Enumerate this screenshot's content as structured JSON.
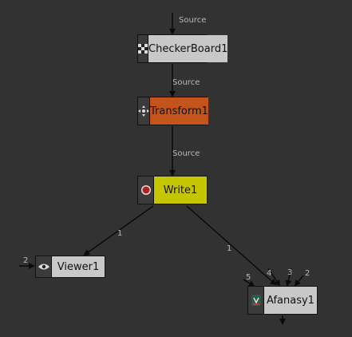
{
  "graph": {
    "background": "#313231",
    "edge_color": "#0a0a0a",
    "label_color": "#b9b9b9"
  },
  "nodes": {
    "checkerboard": {
      "label": "CheckerBoard1",
      "color": "#c8c8c8",
      "icon": "checker-icon"
    },
    "transform": {
      "label": "Transform1",
      "color": "#c4541a",
      "icon": "transform-icon"
    },
    "write": {
      "label": "Write1",
      "color": "#c6c600",
      "icon": "record-icon"
    },
    "viewer": {
      "label": "Viewer1",
      "color": "#c8c8c8",
      "icon": "eye-icon"
    },
    "afanasy": {
      "label": "Afanasy1",
      "color": "#c8c8c8",
      "icon": "afanasy-icon"
    }
  },
  "edge_labels": {
    "checker_in": "Source",
    "transform_in": "Source",
    "write_in": "Source",
    "write_to_viewer": "1",
    "write_to_afanasy": "1",
    "viewer_in2": "2",
    "afanasy_in5": "5",
    "afanasy_in4": "4",
    "afanasy_in3": "3",
    "afanasy_in2": "2"
  }
}
